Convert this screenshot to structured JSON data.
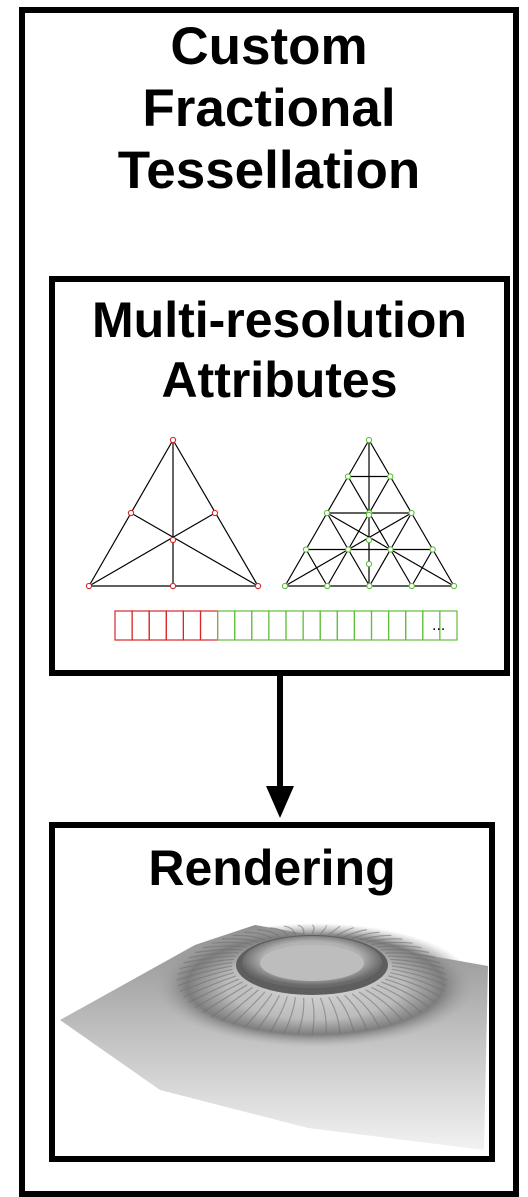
{
  "main_title": {
    "line1": "Custom",
    "line2": "Fractional",
    "line3": "Tessellation"
  },
  "attributes_box": {
    "title_line1": "Multi-resolution",
    "title_line2": "Attributes",
    "coarse_color": "#d62728",
    "fine_color": "#5fbf3a",
    "coarse_cells": 6,
    "fine_cells": 14,
    "ellipsis": "..."
  },
  "rendering_box": {
    "title": "Rendering"
  }
}
